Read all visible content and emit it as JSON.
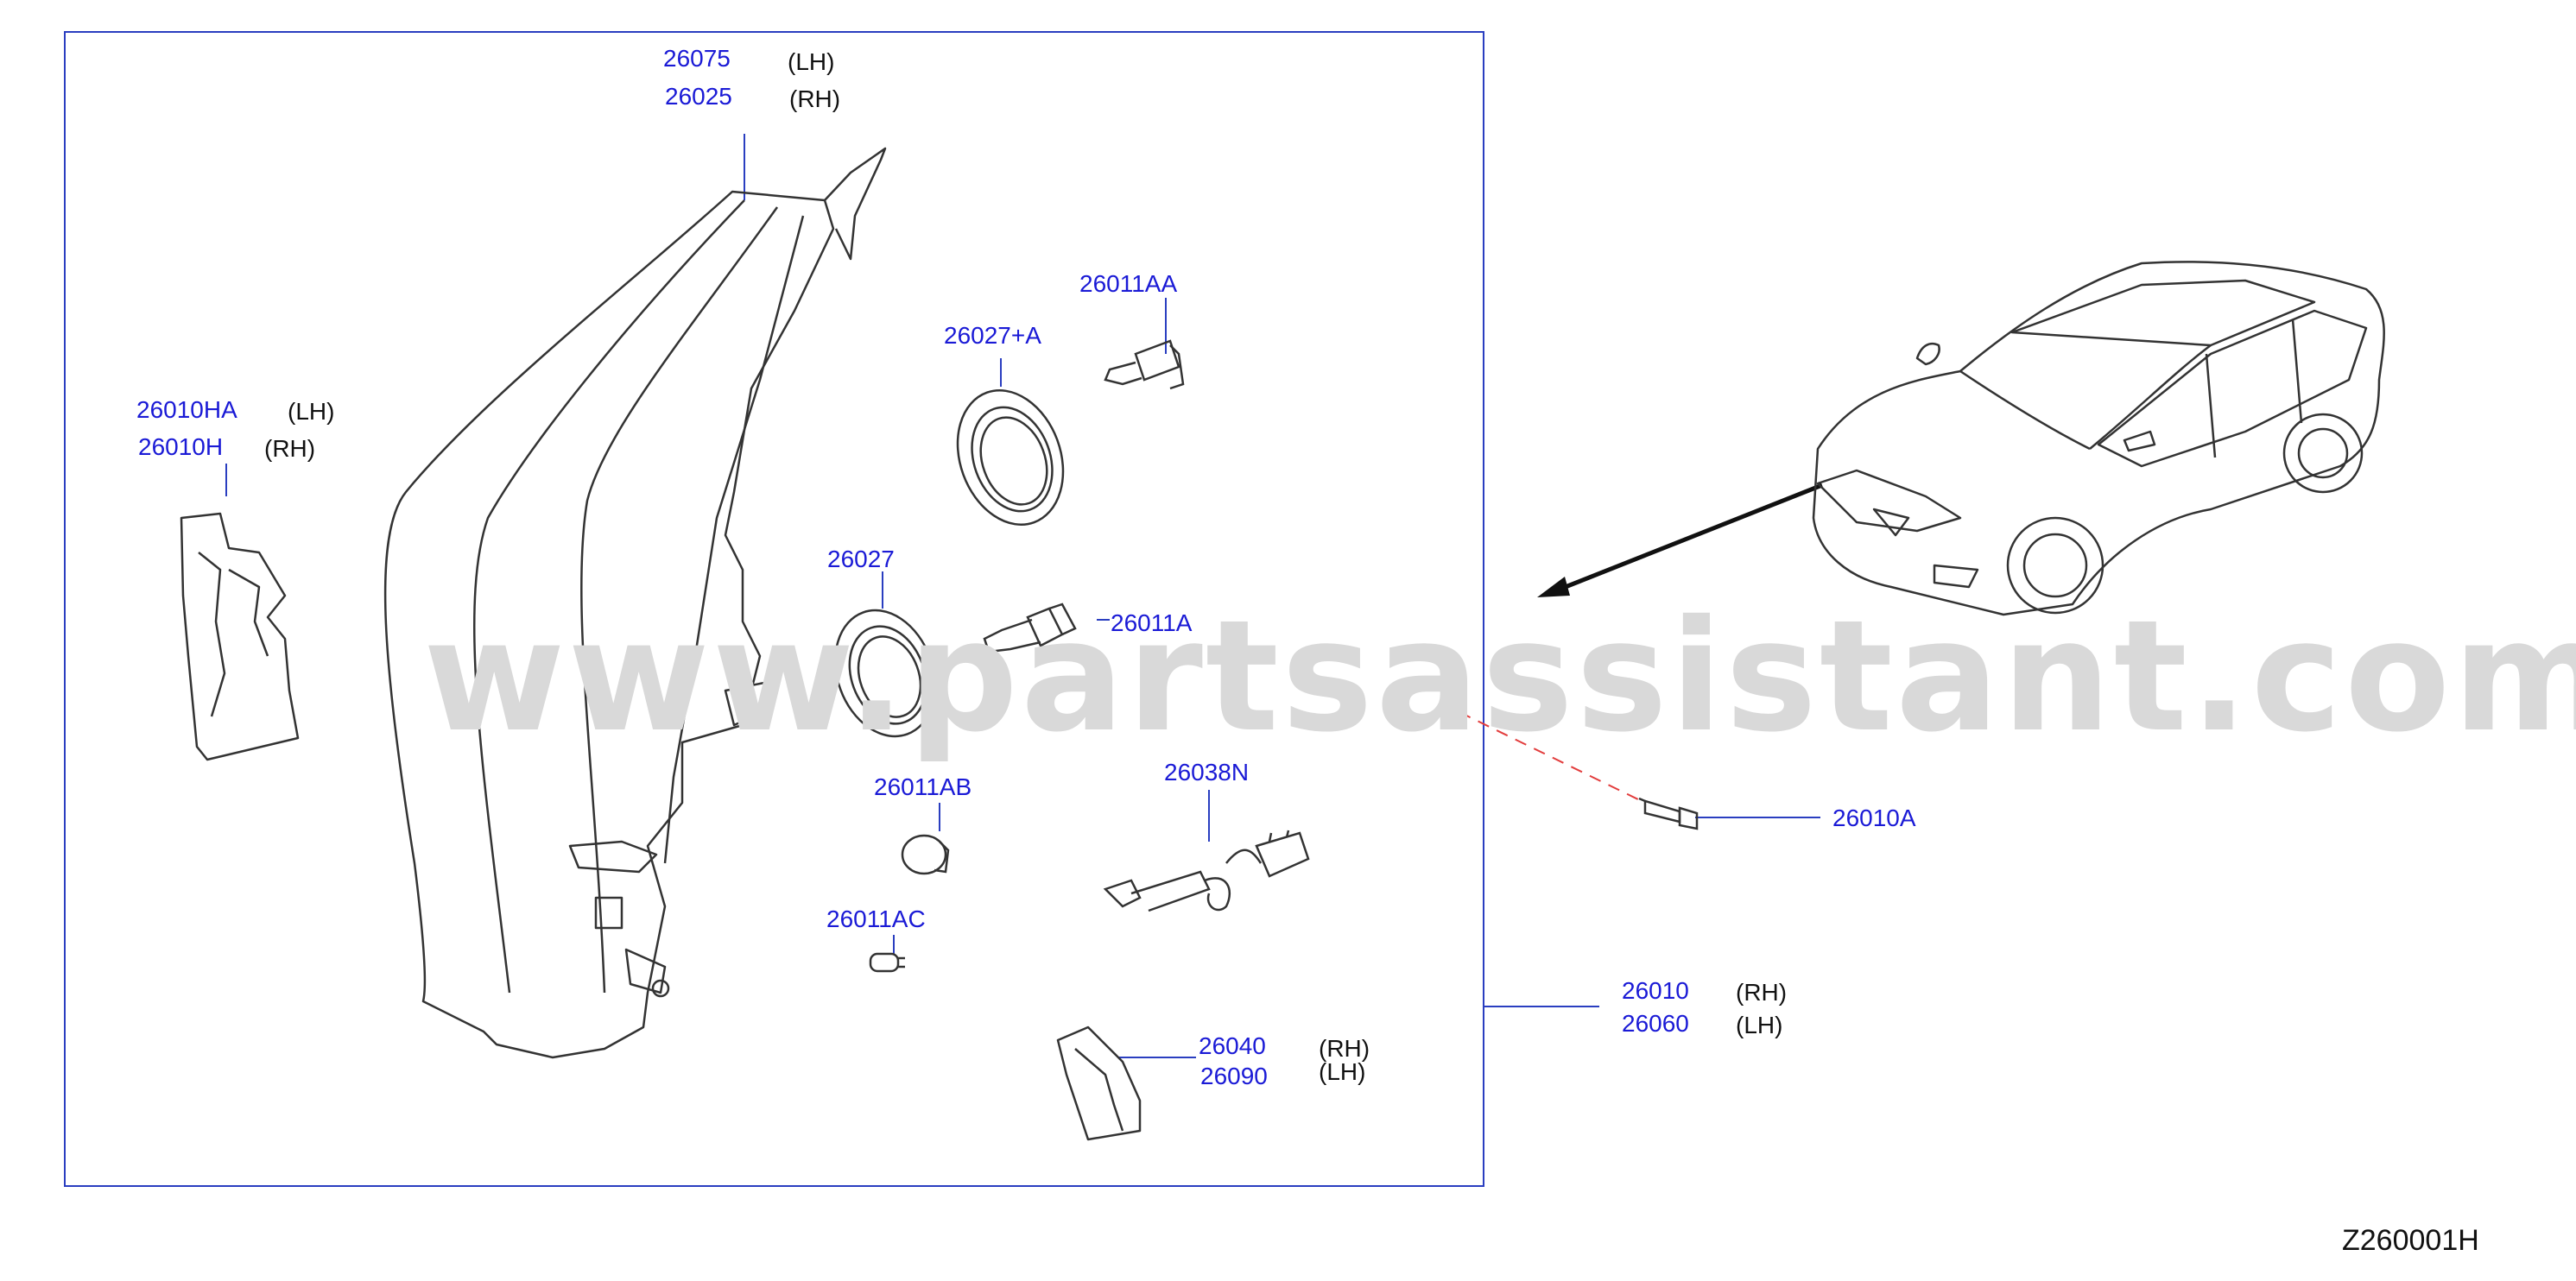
{
  "watermark": "www.partsassistant.com",
  "diagram_code": "Z260001H",
  "colors": {
    "callout": "#1a1ad6",
    "frame": "#2a3ec0",
    "arrow_dash": "#e23c3c",
    "watermark": "#d9d9d9",
    "line_art": "#333333"
  },
  "callouts": {
    "c26075": {
      "part": "26075",
      "side": "(LH)"
    },
    "c26025": {
      "part": "26025",
      "side": "(RH)"
    },
    "c26010HA": {
      "part": "26010HA",
      "side": "(LH)"
    },
    "c26010H": {
      "part": "26010H",
      "side": "(RH)"
    },
    "c26011AA": {
      "part": "26011AA"
    },
    "c26027A": {
      "part": "26027+A"
    },
    "c26027": {
      "part": "26027"
    },
    "c26011A": {
      "part": "26011A"
    },
    "c26011AB": {
      "part": "26011AB"
    },
    "c26038N": {
      "part": "26038N"
    },
    "c26011AC": {
      "part": "26011AC"
    },
    "c26040": {
      "part": "26040",
      "side": "(RH)"
    },
    "c26090": {
      "part": "26090",
      "side": "(LH)"
    },
    "c26010A": {
      "part": "26010A"
    },
    "c26010": {
      "part": "26010",
      "side": "(RH)"
    },
    "c26060": {
      "part": "26060",
      "side": "(LH)"
    }
  }
}
